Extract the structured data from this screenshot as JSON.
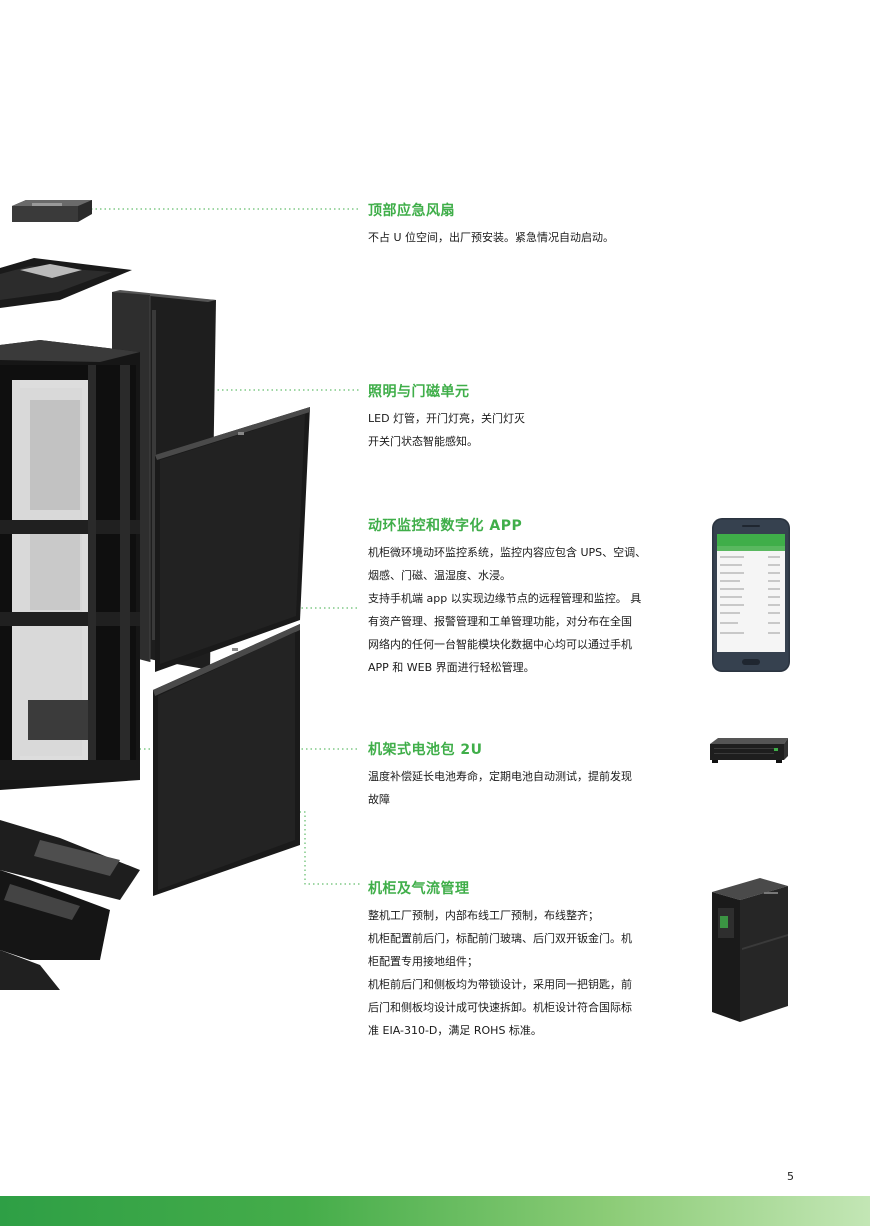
{
  "features": [
    {
      "id": "top-fan",
      "title": "顶部应急风扇",
      "lines": [
        "不占 U 位空间，出厂预安装。紧急情况自动启动。"
      ]
    },
    {
      "id": "lighting",
      "title": "照明与门磁单元",
      "lines": [
        "LED 灯管，开门灯亮，关门灯灭",
        "开关门状态智能感知。"
      ]
    },
    {
      "id": "monitoring",
      "title": "动环监控和数字化 APP",
      "lines": [
        "机柜微环境动环监控系统，监控内容应包含 UPS、空调、",
        "烟感、门磁、温湿度、水浸。",
        "支持手机端 app 以实现边缘节点的远程管理和监控。 具",
        "有资产管理、报警管理和工单管理功能，对分布在全国",
        "网络内的任何一台智能模块化数据中心均可以通过手机",
        "APP 和 WEB 界面进行轻松管理。"
      ]
    },
    {
      "id": "battery",
      "title": "机架式电池包 2U",
      "lines": [
        "温度补偿延长电池寿命，定期电池自动测试，提前发现",
        "故障"
      ]
    },
    {
      "id": "airflow",
      "title": "机柜及气流管理",
      "lines": [
        "整机工厂预制，内部布线工厂预制，布线整齐；",
        "机柜配置前后门，标配前门玻璃、后门双开钣金门。机",
        "柜配置专用接地组件；",
        "机柜前后门和侧板均为带锁设计，采用同一把钥匙，前",
        "后门和侧板均设计成可快速拆卸。机柜设计符合国际标",
        "准 EIA-310-D，满足 ROHS 标准。"
      ]
    }
  ],
  "page_number": "5",
  "colors": {
    "accent": "#3fae49",
    "text": "#1a1a1a",
    "metal": "#1c1c1c"
  }
}
